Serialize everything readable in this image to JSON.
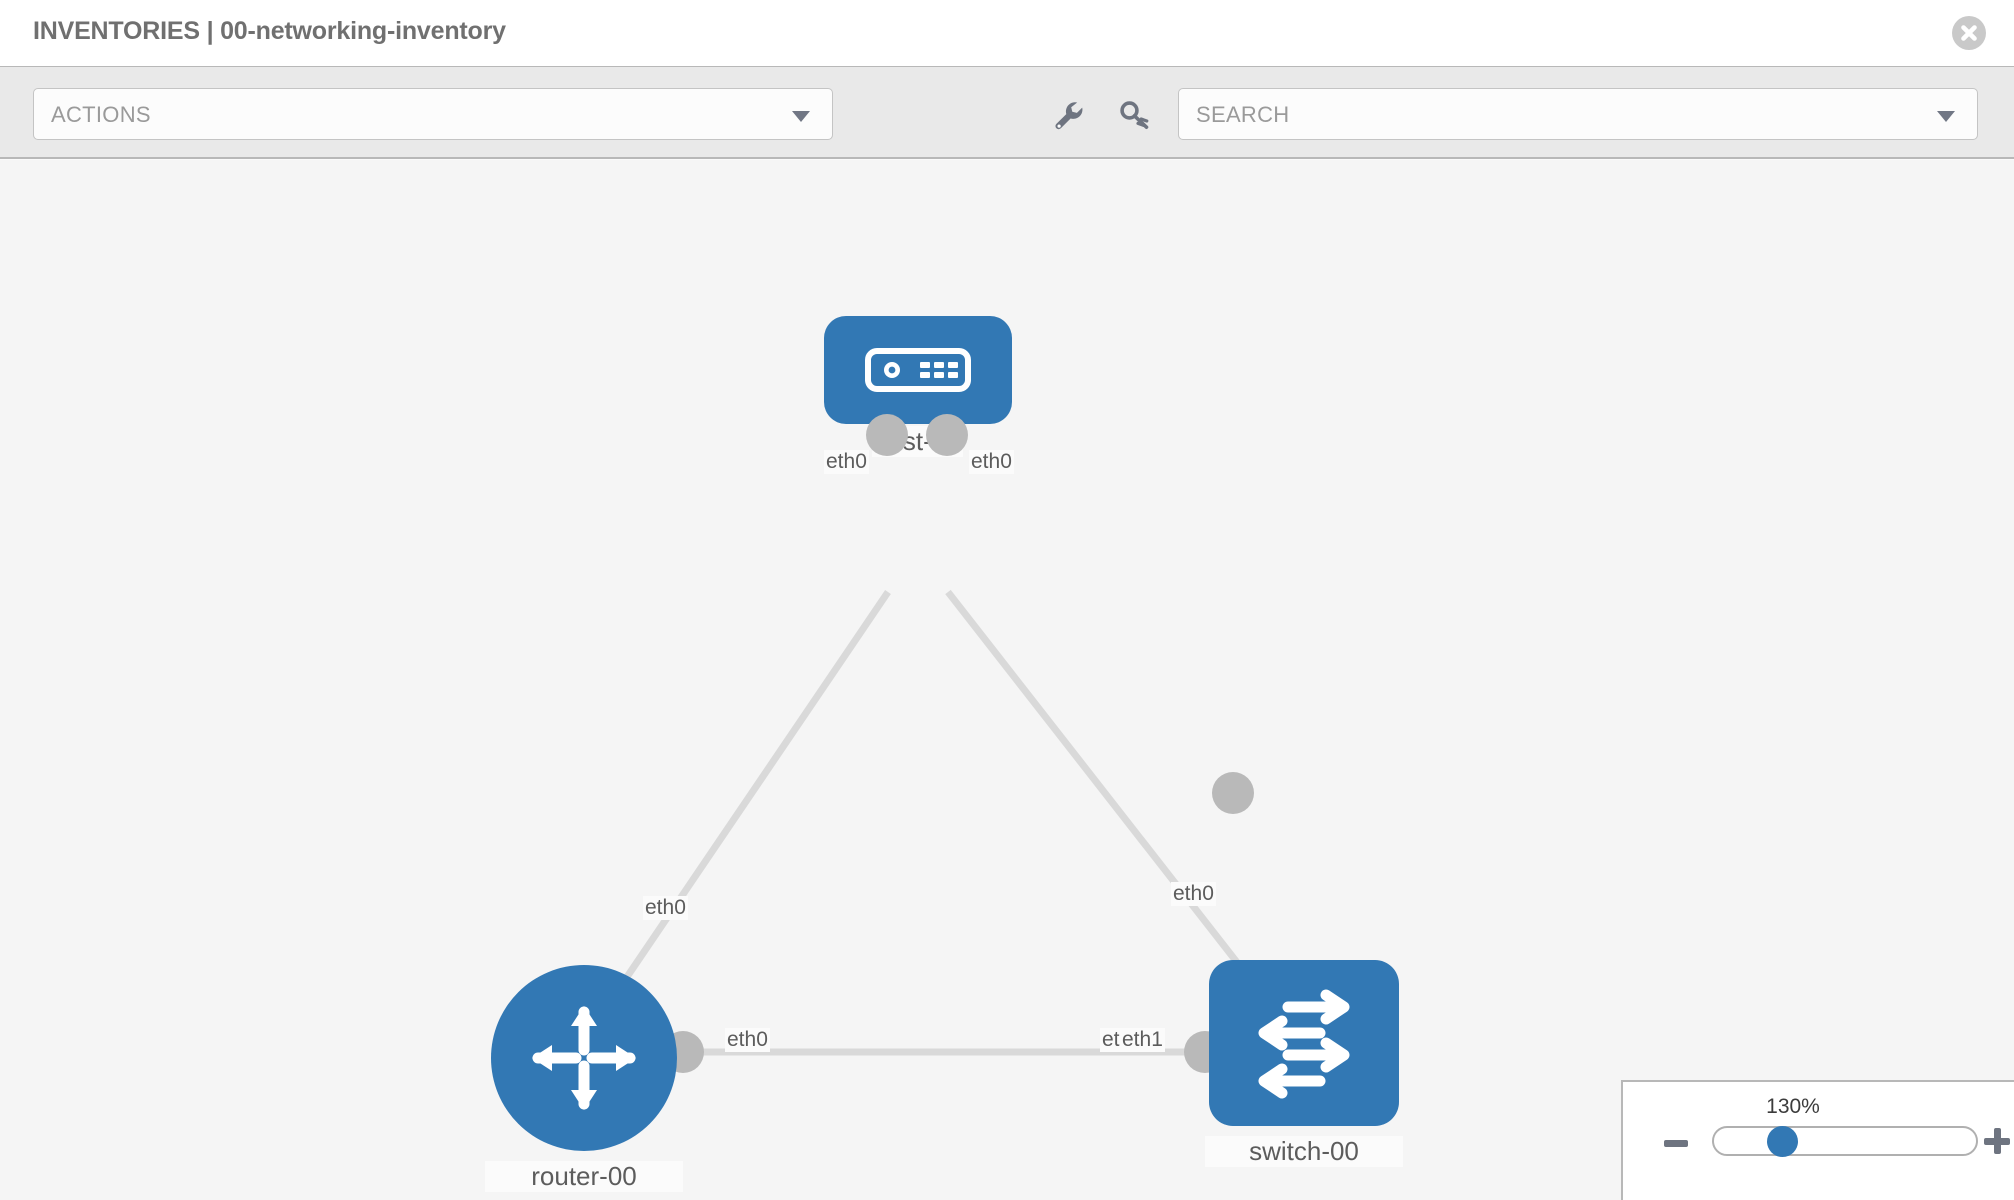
{
  "header": {
    "title": "INVENTORIES | 00-networking-inventory",
    "close_icon": "close-circle-icon"
  },
  "toolbar": {
    "actions_label": "ACTIONS",
    "actions_caret_icon": "chevron-down-icon",
    "wrench_icon": "wrench-icon",
    "key_icon": "key-icon",
    "search_placeholder": "SEARCH",
    "search_caret_icon": "chevron-down-icon"
  },
  "topology": {
    "nodes": [
      {
        "id": "host-00",
        "label": "host-00",
        "icon": "server-appliance-icon",
        "shape": "rounded-rect"
      },
      {
        "id": "router-00",
        "label": "router-00",
        "icon": "router-arrows-icon",
        "shape": "circle"
      },
      {
        "id": "switch-00",
        "label": "switch-00",
        "icon": "switch-arrows-icon",
        "shape": "rounded-square"
      }
    ],
    "links": [
      {
        "from": "host-00",
        "to": "router-00",
        "from_iface": "eth0",
        "to_iface": "eth0"
      },
      {
        "from": "host-00",
        "to": "switch-00",
        "from_iface": "eth0",
        "to_iface": "eth0"
      },
      {
        "from": "router-00",
        "to": "switch-00",
        "from_iface": "eth0",
        "to_iface_a": "eth",
        "to_iface": "eth1"
      }
    ],
    "interface_labels": {
      "host_left": "eth0",
      "host_right": "eth0",
      "router_up": "eth0",
      "switch_up": "eth0",
      "router_right": "eth0",
      "switch_left_under": "eth",
      "switch_left": "eth1"
    },
    "node_color": "#3278b4",
    "link_color": "#d9d9d9",
    "endpoint_color": "#b9b9b9"
  },
  "zoom": {
    "level": "130%",
    "minus_icon": "minus-icon",
    "plus_icon": "plus-icon"
  }
}
